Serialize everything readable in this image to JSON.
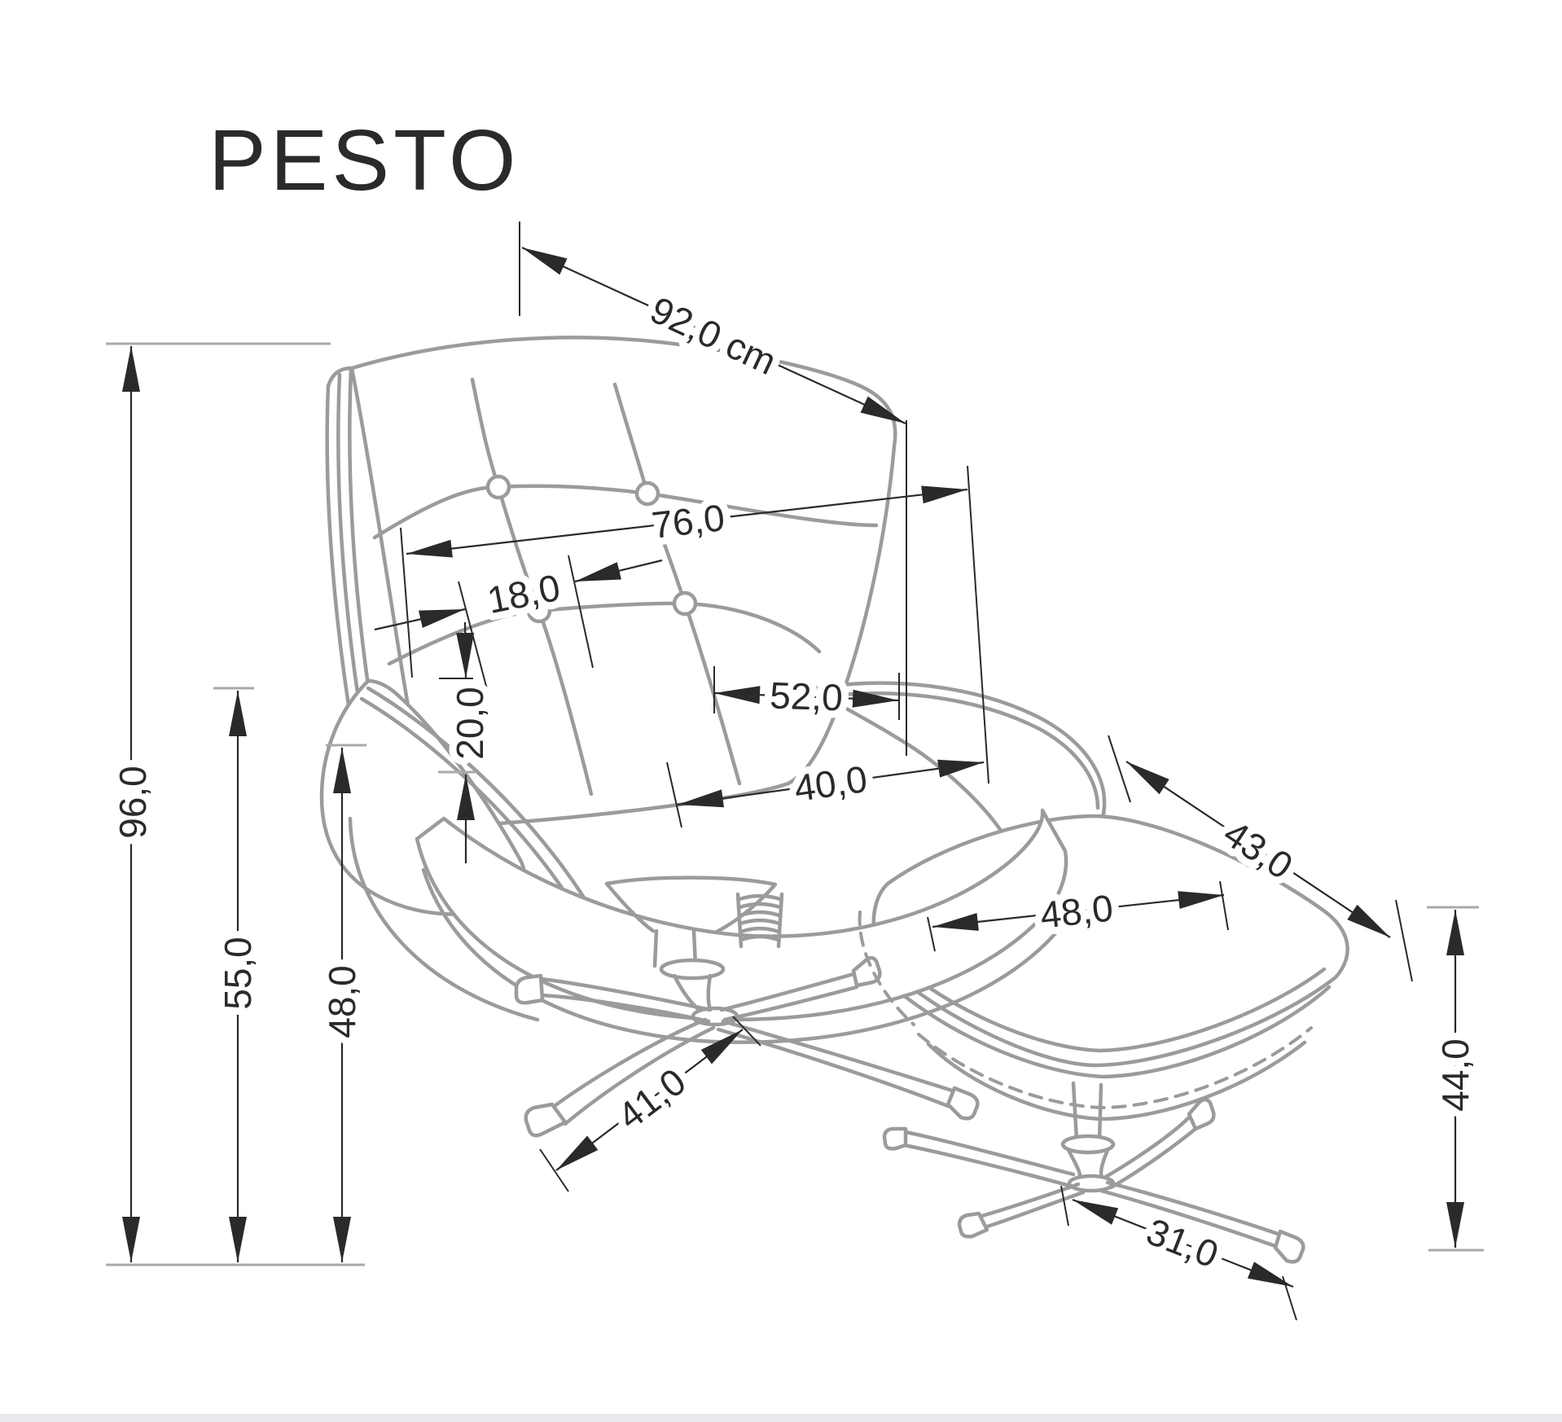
{
  "title": "PESTO",
  "colors": {
    "background": "#ffffff",
    "line_art": "#9b9b9b",
    "dimension": "#2b2a29",
    "extension_tick": "#a9a9a9",
    "footer_strip": "#e9e9ef"
  },
  "dimensions": {
    "total_depth": {
      "label": "92,0 cm"
    },
    "back_width": {
      "label": "76,0"
    },
    "back_thickness": {
      "label": "18,0"
    },
    "seat_width": {
      "label": "52,0"
    },
    "seat_depth": {
      "label": "40,0"
    },
    "cushion_gap": {
      "label": "20,0"
    },
    "total_height": {
      "label": "96,0"
    },
    "armrest_height": {
      "label": "55,0"
    },
    "seat_height": {
      "label": "48,0"
    },
    "chair_base_leg": {
      "label": "41,0"
    },
    "ottoman_depth": {
      "label": "43,0"
    },
    "ottoman_width": {
      "label": "48,0"
    },
    "ottoman_height": {
      "label": "44,0"
    },
    "ottoman_base_leg": {
      "label": "31,0"
    }
  }
}
